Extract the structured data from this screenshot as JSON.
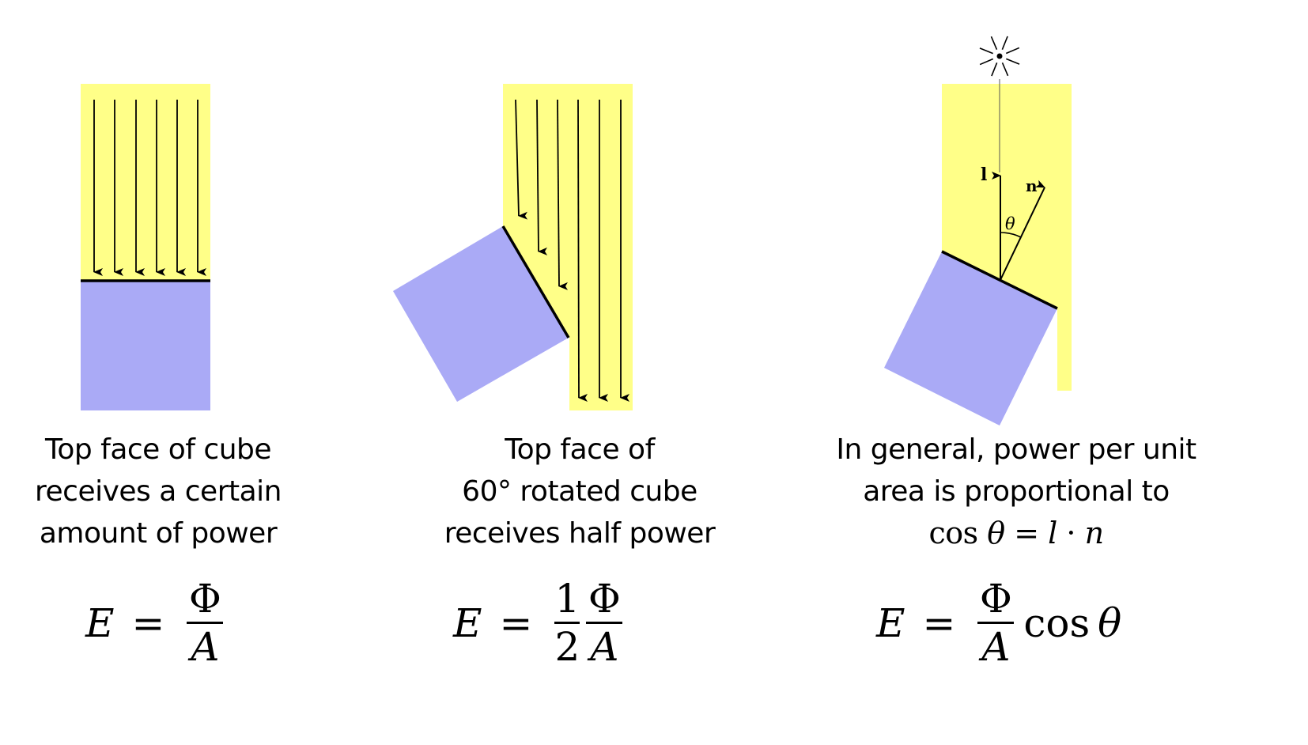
{
  "colors": {
    "light_beam": "#ffff88",
    "cube": "#aaaaf6",
    "edge": "#000000"
  },
  "panels": [
    {
      "caption_lines": [
        "Top face of cube",
        "receives a certain",
        "amount of power"
      ],
      "equation": {
        "lhs": "E",
        "eq": "=",
        "coef_num": "",
        "coef_den": "",
        "num": "Φ",
        "den": "A",
        "suffix": ""
      }
    },
    {
      "caption_lines": [
        "Top face of",
        "60° rotated cube",
        "receives half power"
      ],
      "rotation_deg": 60,
      "equation": {
        "lhs": "E",
        "eq": "=",
        "coef_num": "1",
        "coef_den": "2",
        "num": "Φ",
        "den": "A",
        "suffix": ""
      }
    },
    {
      "caption_lines": [
        "In general, power per unit",
        "area is proportional to"
      ],
      "caption_math": {
        "func": "cos",
        "var": "θ",
        "eq": "=",
        "a": "l",
        "dot": "·",
        "b": "n"
      },
      "vector_labels": {
        "light": "l",
        "normal": "n",
        "angle": "θ"
      },
      "equation": {
        "lhs": "E",
        "eq": "=",
        "coef_num": "",
        "coef_den": "",
        "num": "Φ",
        "den": "A",
        "suffix_func": "cos",
        "suffix_var": "θ"
      }
    }
  ]
}
